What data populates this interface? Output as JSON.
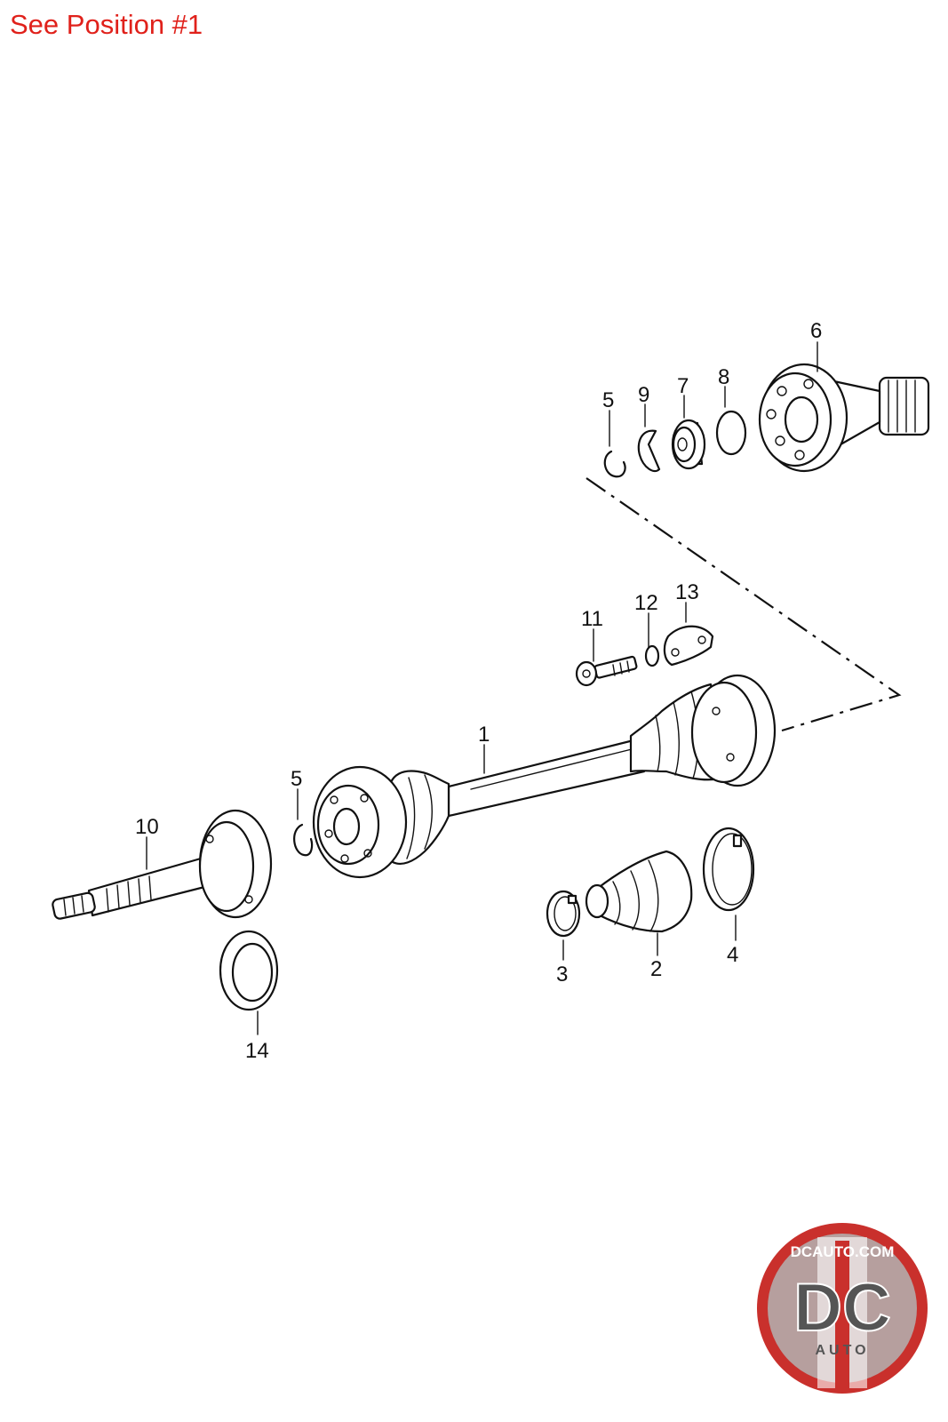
{
  "header": {
    "note": "See Position #1",
    "note_color": "#e0211b"
  },
  "callouts": {
    "c1": "1",
    "c2": "2",
    "c3": "3",
    "c4": "4",
    "c5a": "5",
    "c5b": "5",
    "c6": "6",
    "c7": "7",
    "c8": "8",
    "c9": "9",
    "c10": "10",
    "c11": "11",
    "c12": "12",
    "c13": "13",
    "c14": "14"
  },
  "logo": {
    "site": "DCAUTO.COM",
    "letters": "DC",
    "sub": "AUTO",
    "ring_color": "#c9302c",
    "stripe_color": "#c9302c"
  }
}
